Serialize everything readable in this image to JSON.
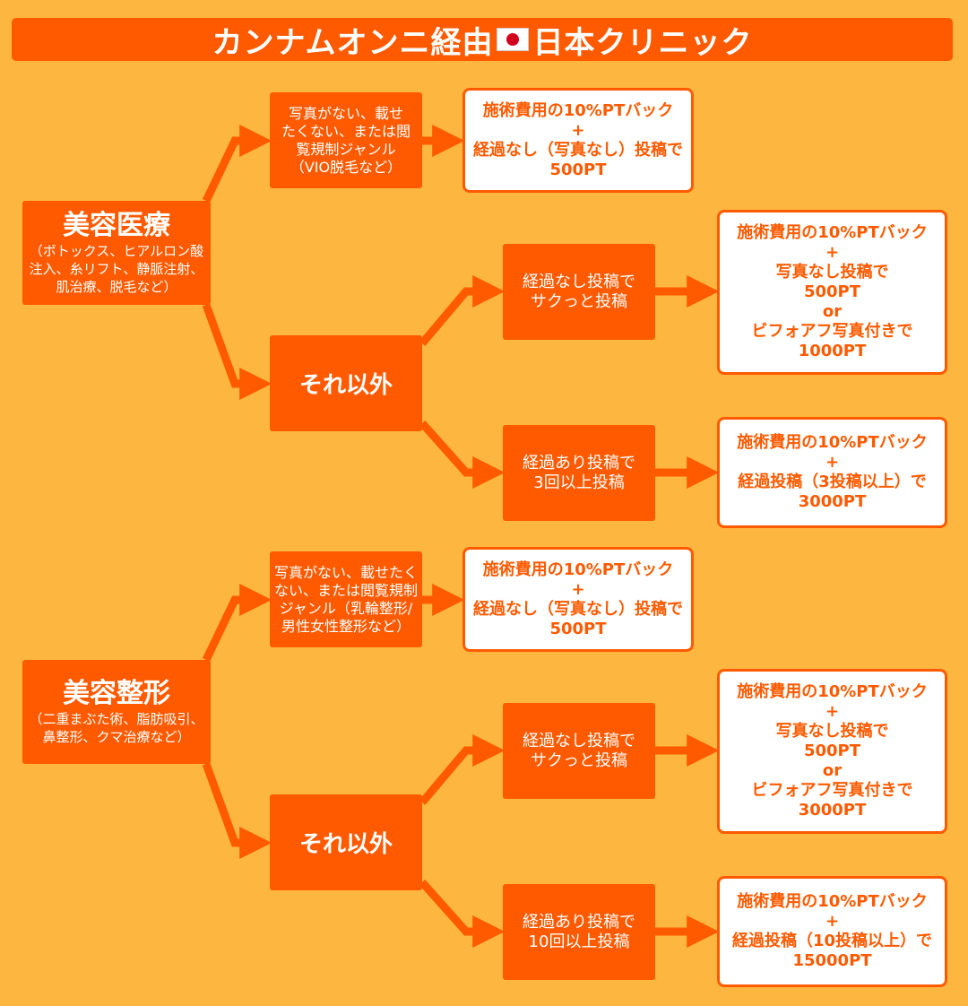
{
  "title": {
    "text_before_flag": "カンナムオンニ経由",
    "flag_icon": "japan-flag-icon",
    "text_after_flag": "日本クリニック"
  },
  "colors": {
    "background": "#FDB63F",
    "accent": "#FF5A00",
    "panel": "#FFFFFF"
  },
  "sections": [
    {
      "category": {
        "title": "美容医療",
        "subtitle": [
          "（ボトックス、ヒアルロン酸",
          "注入、糸リフト、静脈注射、",
          "肌治療、脱毛など）"
        ]
      },
      "no_photo_condition": [
        "写真がない、載せ",
        "たくない、または閲",
        "覧規制ジャンル",
        "（VIO脱毛など）"
      ],
      "no_photo_reward": [
        "施術費用の10%PTバック",
        "+",
        "経過なし（写真なし）投稿で",
        "500PT"
      ],
      "other_label": "それ以外",
      "quick_post": [
        "経過なし投稿で",
        "サクっと投稿"
      ],
      "quick_reward": [
        "施術費用の10%PTバック",
        "+",
        "写真なし投稿で",
        "500PT",
        "or",
        "ビフォアフ写真付きで",
        "1000PT"
      ],
      "progress_post": [
        "経過あり投稿で",
        "3回以上投稿"
      ],
      "progress_reward": [
        "施術費用の10%PTバック",
        "+",
        "経過投稿（3投稿以上）で",
        "3000PT"
      ]
    },
    {
      "category": {
        "title": "美容整形",
        "subtitle": [
          "（二重まぶた術、脂肪吸引、",
          "鼻整形、クマ治療など）"
        ]
      },
      "no_photo_condition": [
        "写真がない、載せたく",
        "ない、または閲覧規制",
        "ジャンル（乳輪整形/",
        "男性女性整形など）"
      ],
      "no_photo_reward": [
        "施術費用の10%PTバック",
        "+",
        "経過なし（写真なし）投稿で",
        "500PT"
      ],
      "other_label": "それ以外",
      "quick_post": [
        "経過なし投稿で",
        "サクっと投稿"
      ],
      "quick_reward": [
        "施術費用の10%PTバック",
        "+",
        "写真なし投稿で",
        "500PT",
        "or",
        "ビフォアフ写真付きで",
        "3000PT"
      ],
      "progress_post": [
        "経過あり投稿で",
        "10回以上投稿"
      ],
      "progress_reward": [
        "施術費用の10%PTバック",
        "+",
        "経過投稿（10投稿以上）で",
        "15000PT"
      ]
    }
  ]
}
